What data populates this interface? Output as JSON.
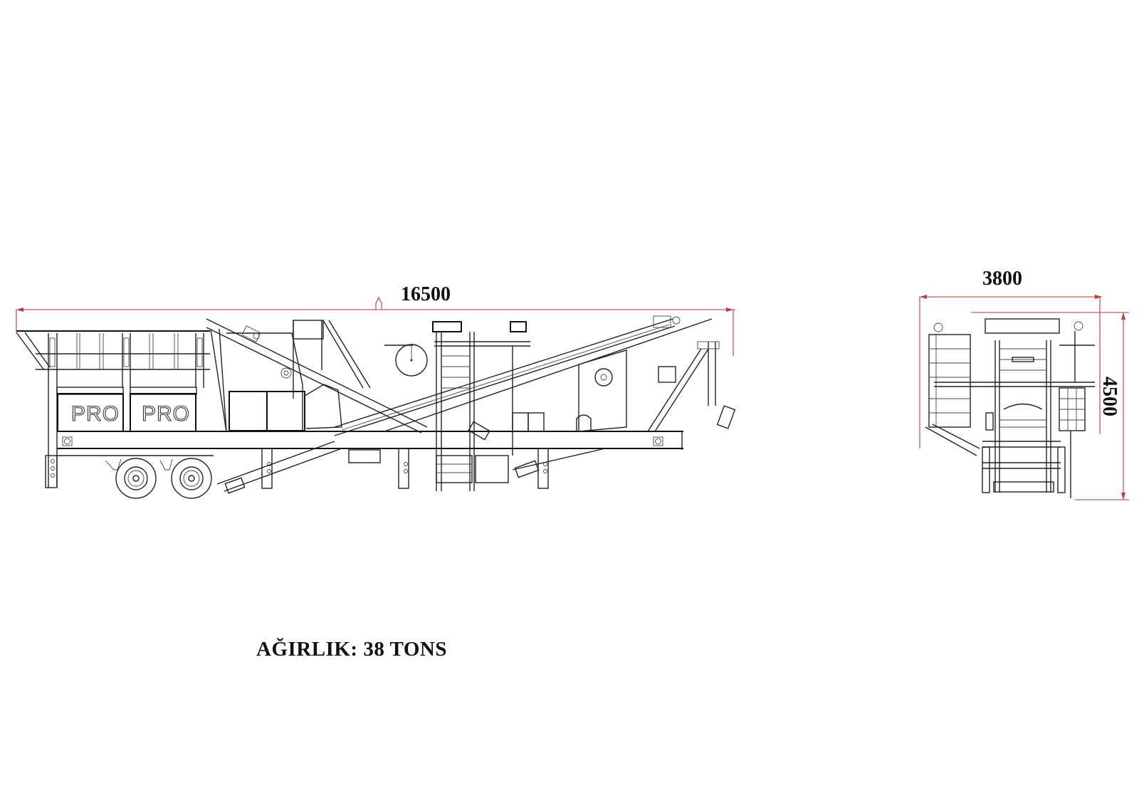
{
  "drawing": {
    "type": "technical-elevation-drawing",
    "subject": "mobile crushing and screening plant",
    "views": [
      {
        "name": "side-elevation",
        "dimension_label": "16500",
        "dimension_axis": "horizontal"
      },
      {
        "name": "front-elevation",
        "dimension_labels": {
          "width": "3800",
          "height": "4500"
        }
      }
    ],
    "panel_markings": [
      "PRO",
      "PRO"
    ],
    "dimension_line_color": "#c0393b",
    "line_color": "#222222"
  },
  "dimensions": {
    "length": "16500",
    "width": "3800",
    "height": "4500"
  },
  "weight_label": "AĞIRLIK: 38 TONS"
}
